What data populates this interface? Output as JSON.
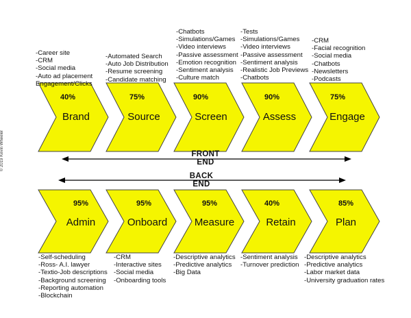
{
  "colors": {
    "chevron_fill": "#f5f500",
    "chevron_stroke": "#444444",
    "arrow": "#000000"
  },
  "front": {
    "stages": [
      {
        "label": "Brand",
        "percent": "40%",
        "items": [
          "-Career site",
          "-CRM",
          "-Social media",
          "-Auto ad placement",
          "Engagement/Clicks"
        ]
      },
      {
        "label": "Source",
        "percent": "75%",
        "items": [
          "-Automated Search",
          "-Auto Job Distribution",
          "-Resume screening",
          "-Candidate matching"
        ]
      },
      {
        "label": "Screen",
        "percent": "90%",
        "items": [
          "-Chatbots",
          "-Simulations/Games",
          "-Video interviews",
          "-Passive assessment",
          "-Emotion recognition",
          "-Sentiment analysis",
          "-Culture match"
        ]
      },
      {
        "label": "Assess",
        "percent": "90%",
        "items": [
          "-Tests",
          "-Simulations/Games",
          "-Video interviews",
          "-Passive assessment",
          "-Sentiment analysis",
          "-Realistic Job Previews",
          "-Chatbots"
        ]
      },
      {
        "label": "Engage",
        "percent": "75%",
        "items": [
          "-CRM",
          "-Facial recognition",
          "-Social media",
          "-Chatbots",
          "-Newsletters",
          "-Podcasts"
        ]
      }
    ]
  },
  "axis": {
    "front_line1": "FRONT",
    "front_line2": "END",
    "back_line1": "BACK",
    "back_line2": "END"
  },
  "back": {
    "stages": [
      {
        "label": "Admin",
        "percent": "95%",
        "items": [
          "-Self-scheduling",
          "-Ross- A.I. lawyer",
          "-Textio-Job descriptions",
          "-Background screening",
          "-Reporting automation",
          "-Blockchain"
        ]
      },
      {
        "label": "Onboard",
        "percent": "95%",
        "items": [
          "-CRM",
          "-Interactive sites",
          "-Social media",
          "-Onboarding tools"
        ]
      },
      {
        "label": "Measure",
        "percent": "95%",
        "items": [
          "-Descriptive analytics",
          "-Predictive analytics",
          "-Big Data"
        ]
      },
      {
        "label": "Retain",
        "percent": "40%",
        "items": [
          "-Sentiment analysis",
          "-Turnover prediction"
        ]
      },
      {
        "label": "Plan",
        "percent": "85%",
        "items": [
          "-Descriptive analytics",
          "-Predictive analytics",
          "-Labor market data",
          "-University graduation rates"
        ]
      }
    ]
  },
  "copyright": "© 2019 Kevin Wheeler"
}
